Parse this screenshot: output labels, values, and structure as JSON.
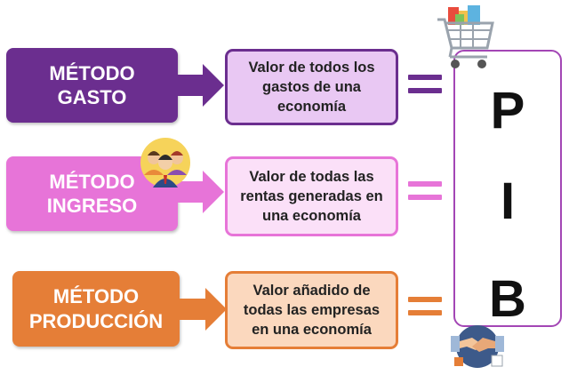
{
  "rows": [
    {
      "method_line1": "MÉTODO",
      "method_line2": "GASTO",
      "desc_line1": "Valor de todos los",
      "desc_line2": "gastos de una",
      "desc_line3": "economía",
      "color": "#6b2e8f",
      "light": "#e9c8f3"
    },
    {
      "method_line1": "MÉTODO",
      "method_line2": "INGRESO",
      "desc_line1": "Valor de todas las",
      "desc_line2": "rentas generadas en",
      "desc_line3": "una economía",
      "color": "#e774d8",
      "light": "#fbe0f8"
    },
    {
      "method_line1": "MÉTODO",
      "method_line2": "PRODUCCIÓN",
      "desc_line1": "Valor añadido de",
      "desc_line2": "todas las empresas",
      "desc_line3": "en una economía",
      "color": "#e57e37",
      "light": "#fbd8be"
    }
  ],
  "pib_letters": [
    "P",
    "I",
    "B"
  ],
  "icons": [
    "shopping-cart-icon",
    "people-icon",
    "handshake-icon"
  ]
}
